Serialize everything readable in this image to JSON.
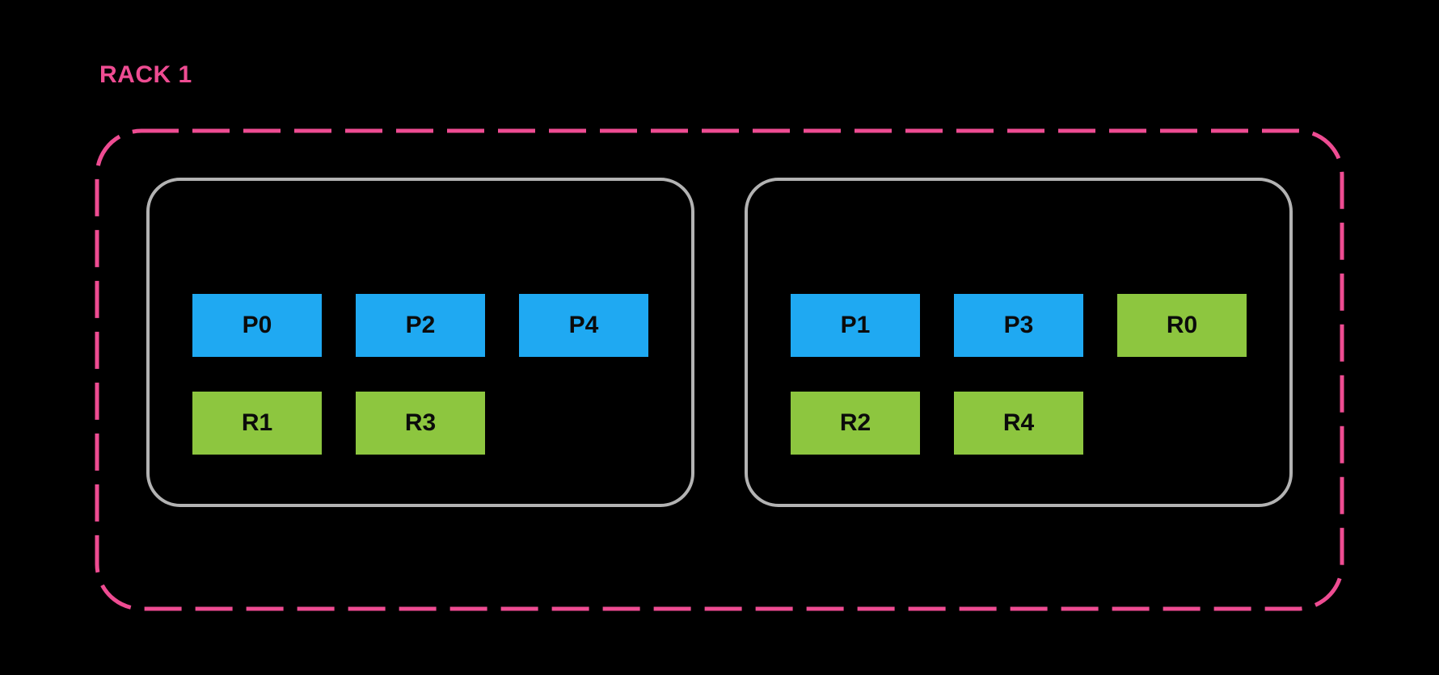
{
  "colors": {
    "background": "#000000",
    "rack_border": "#EE4C92",
    "node_border": "#B3B3B3",
    "primary_shard": "#1FA9F2",
    "replica_shard": "#8DC63F",
    "shard_text": "#0B0B0B"
  },
  "rack": {
    "label": "RACK 1",
    "nodes": [
      {
        "rows": [
          [
            {
              "label": "P0",
              "type": "primary"
            },
            {
              "label": "P2",
              "type": "primary"
            },
            {
              "label": "P4",
              "type": "primary"
            }
          ],
          [
            {
              "label": "R1",
              "type": "replica"
            },
            {
              "label": "R3",
              "type": "replica"
            }
          ]
        ]
      },
      {
        "rows": [
          [
            {
              "label": "P1",
              "type": "primary"
            },
            {
              "label": "P3",
              "type": "primary"
            },
            {
              "label": "R0",
              "type": "replica"
            }
          ],
          [
            {
              "label": "R2",
              "type": "replica"
            },
            {
              "label": "R4",
              "type": "replica"
            }
          ]
        ]
      }
    ]
  }
}
